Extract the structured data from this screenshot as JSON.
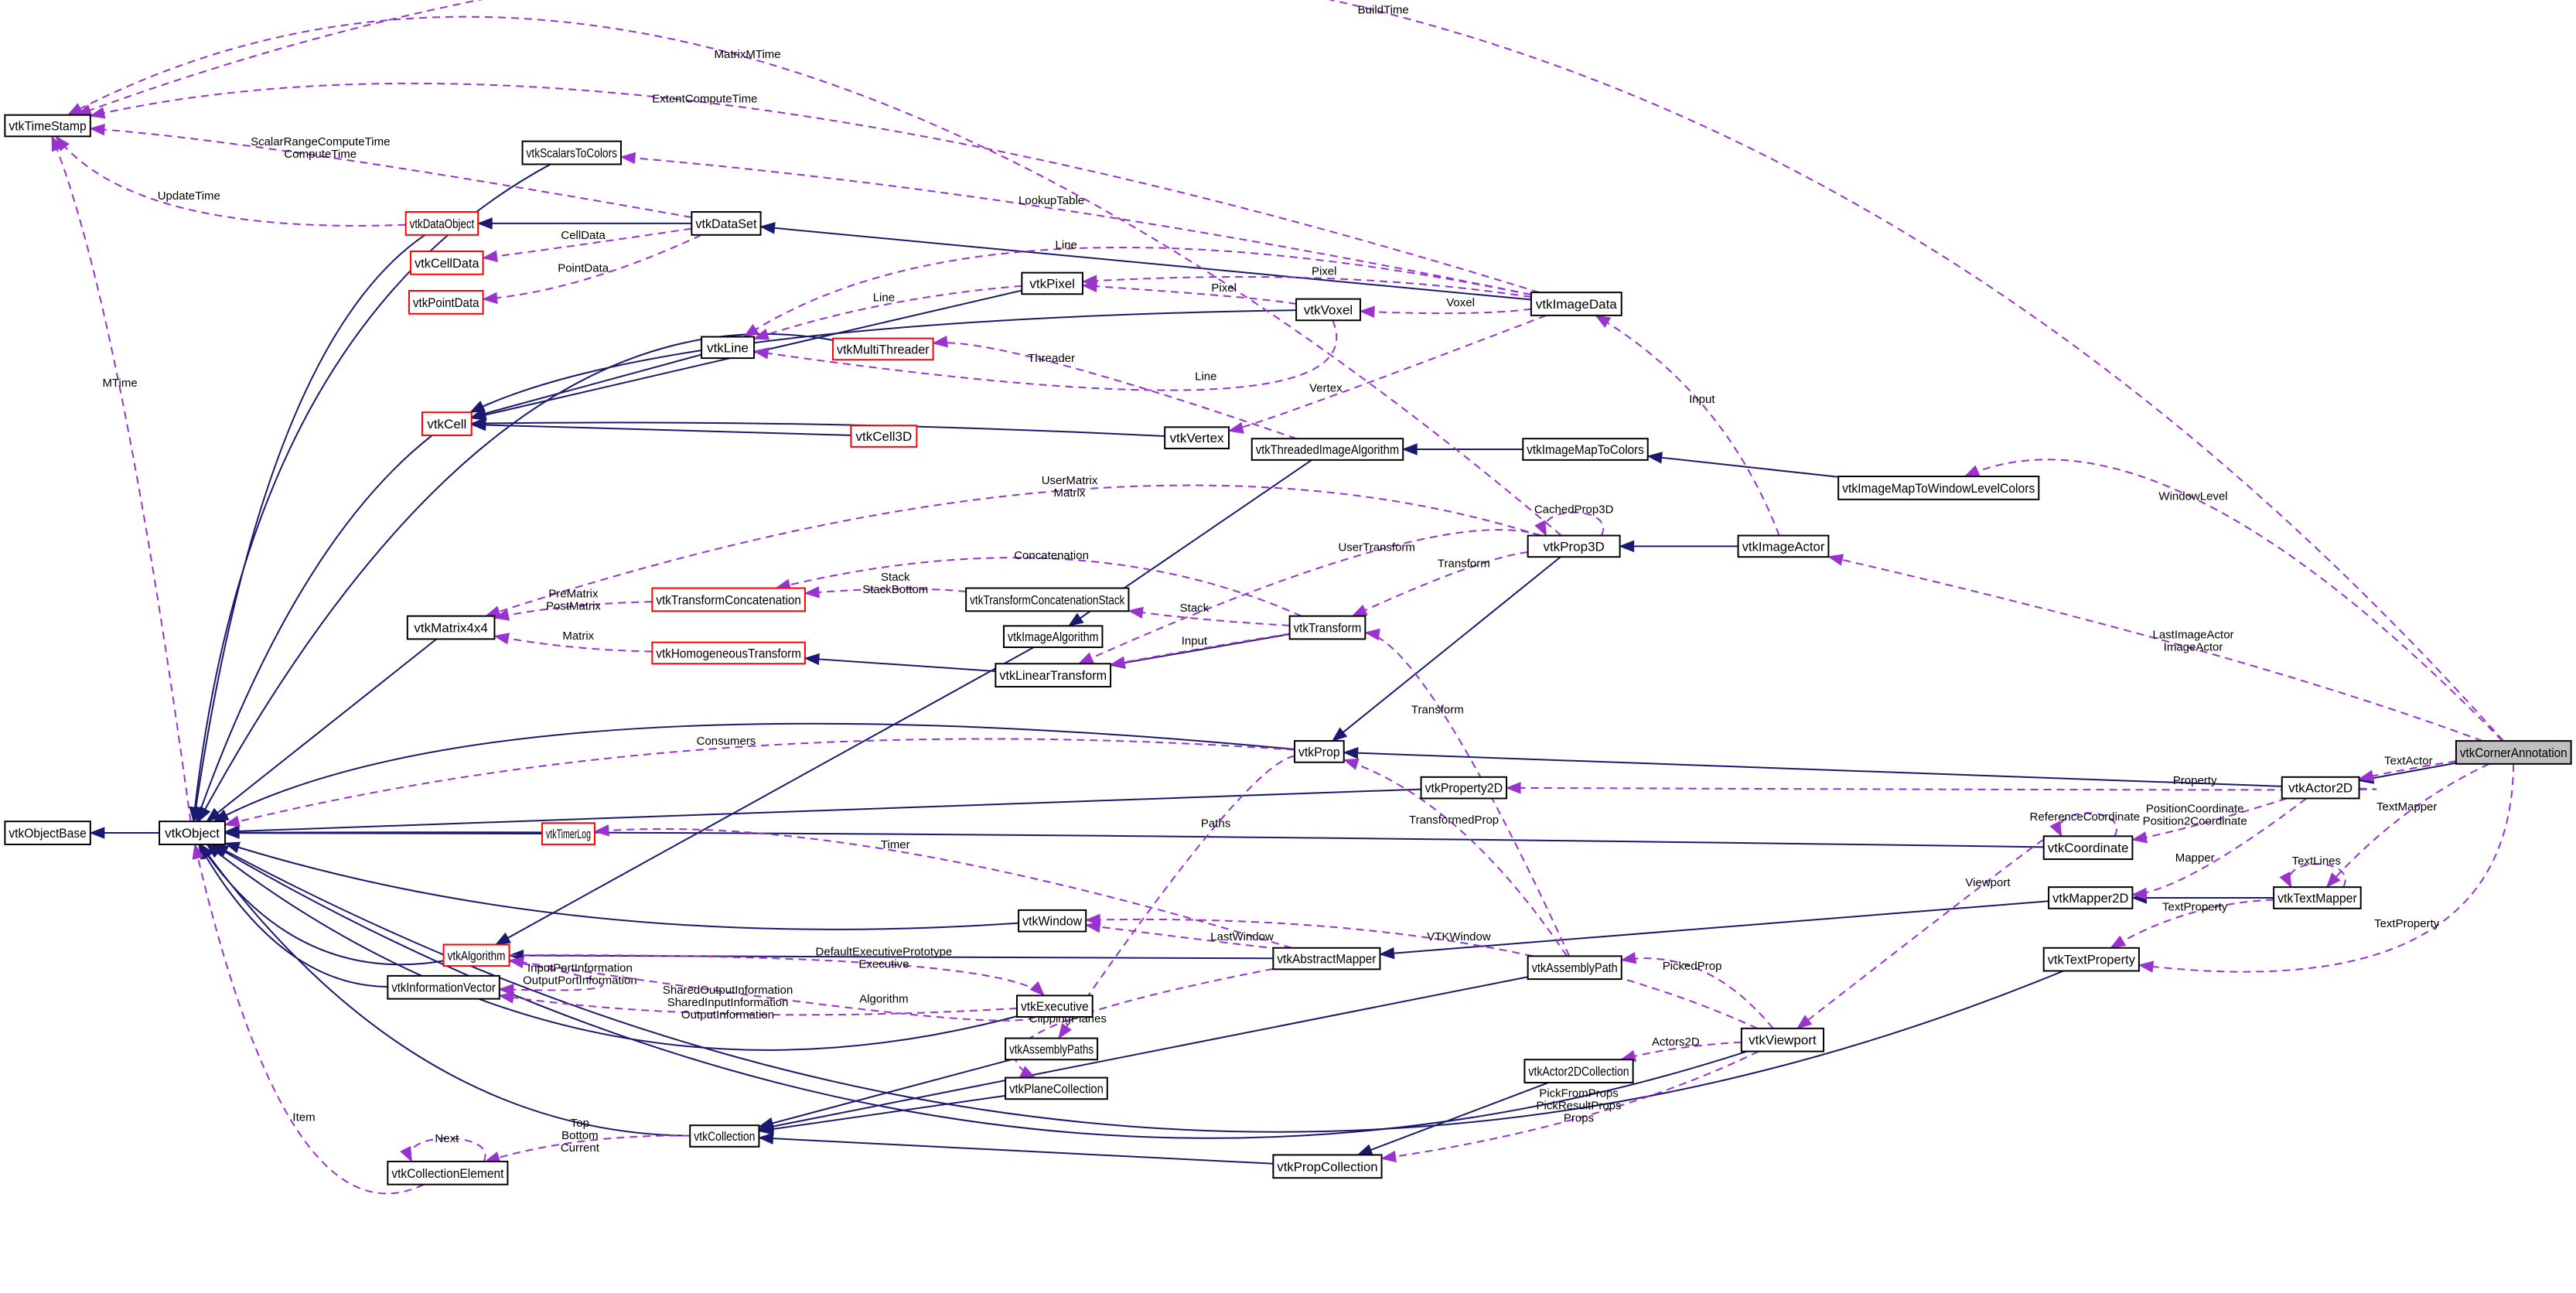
{
  "title": "vtkCornerAnnotation collaboration diagram",
  "colors": {
    "inheritance": "#191970",
    "usage": "#9a32cd",
    "undocumented_border": "#ff0000",
    "focus_fill": "#bfbfbf"
  },
  "nodes": [
    {
      "id": "vtkTimeStamp",
      "label": "vtkTimeStamp",
      "style": "normal"
    },
    {
      "id": "vtkScalarsToColors",
      "label": "vtkScalarsToColors",
      "style": "normal"
    },
    {
      "id": "vtkDataObject",
      "label": "vtkDataObject",
      "style": "undocumented"
    },
    {
      "id": "vtkDataSet",
      "label": "vtkDataSet",
      "style": "normal"
    },
    {
      "id": "vtkCellData",
      "label": "vtkCellData",
      "style": "undocumented"
    },
    {
      "id": "vtkPointData",
      "label": "vtkPointData",
      "style": "undocumented"
    },
    {
      "id": "vtkPixel",
      "label": "vtkPixel",
      "style": "normal"
    },
    {
      "id": "vtkVoxel",
      "label": "vtkVoxel",
      "style": "normal"
    },
    {
      "id": "vtkImageData",
      "label": "vtkImageData",
      "style": "normal"
    },
    {
      "id": "vtkLine",
      "label": "vtkLine",
      "style": "normal"
    },
    {
      "id": "vtkMultiThreader",
      "label": "vtkMultiThreader",
      "style": "undocumented"
    },
    {
      "id": "vtkCell",
      "label": "vtkCell",
      "style": "undocumented"
    },
    {
      "id": "vtkCell3D",
      "label": "vtkCell3D",
      "style": "undocumented"
    },
    {
      "id": "vtkVertex",
      "label": "vtkVertex",
      "style": "normal"
    },
    {
      "id": "vtkThreadedImageAlgorithm",
      "label": "vtkThreadedImageAlgorithm",
      "style": "normal"
    },
    {
      "id": "vtkImageMapToColors",
      "label": "vtkImageMapToColors",
      "style": "normal"
    },
    {
      "id": "vtkImageMapToWindowLevelColors",
      "label": "vtkImageMapToWindowLevelColors",
      "style": "normal"
    },
    {
      "id": "vtkProp3D",
      "label": "vtkProp3D",
      "style": "normal"
    },
    {
      "id": "vtkImageActor",
      "label": "vtkImageActor",
      "style": "normal"
    },
    {
      "id": "vtkTransformConcatenation",
      "label": "vtkTransformConcatenation",
      "style": "undocumented"
    },
    {
      "id": "vtkTransformConcatenationStack",
      "label": "vtkTransformConcatenationStack",
      "style": "normal"
    },
    {
      "id": "vtkMatrix4x4",
      "label": "vtkMatrix4x4",
      "style": "normal"
    },
    {
      "id": "vtkTransform",
      "label": "vtkTransform",
      "style": "normal"
    },
    {
      "id": "vtkImageAlgorithm",
      "label": "vtkImageAlgorithm",
      "style": "normal"
    },
    {
      "id": "vtkHomogeneousTransform",
      "label": "vtkHomogeneousTransform",
      "style": "undocumented"
    },
    {
      "id": "vtkLinearTransform",
      "label": "vtkLinearTransform",
      "style": "normal"
    },
    {
      "id": "vtkProp",
      "label": "vtkProp",
      "style": "normal"
    },
    {
      "id": "vtkProperty2D",
      "label": "vtkProperty2D",
      "style": "normal"
    },
    {
      "id": "vtkActor2D",
      "label": "vtkActor2D",
      "style": "normal"
    },
    {
      "id": "vtkCornerAnnotation",
      "label": "vtkCornerAnnotation",
      "style": "focus"
    },
    {
      "id": "vtkObjectBase",
      "label": "vtkObjectBase",
      "style": "normal"
    },
    {
      "id": "vtkObject",
      "label": "vtkObject",
      "style": "normal"
    },
    {
      "id": "vtkTimerLog",
      "label": "vtkTimerLog",
      "style": "undocumented"
    },
    {
      "id": "vtkCoordinate",
      "label": "vtkCoordinate",
      "style": "normal"
    },
    {
      "id": "vtkMapper2D",
      "label": "vtkMapper2D",
      "style": "normal"
    },
    {
      "id": "vtkTextMapper",
      "label": "vtkTextMapper",
      "style": "normal"
    },
    {
      "id": "vtkWindow",
      "label": "vtkWindow",
      "style": "normal"
    },
    {
      "id": "vtkAbstractMapper",
      "label": "vtkAbstractMapper",
      "style": "normal"
    },
    {
      "id": "vtkTextProperty",
      "label": "vtkTextProperty",
      "style": "normal"
    },
    {
      "id": "vtkAlgorithm",
      "label": "vtkAlgorithm",
      "style": "undocumented"
    },
    {
      "id": "vtkAssemblyPath",
      "label": "vtkAssemblyPath",
      "style": "normal"
    },
    {
      "id": "vtkInformationVector",
      "label": "vtkInformationVector",
      "style": "normal"
    },
    {
      "id": "vtkExecutive",
      "label": "vtkExecutive",
      "style": "normal"
    },
    {
      "id": "vtkViewport",
      "label": "vtkViewport",
      "style": "normal"
    },
    {
      "id": "vtkAssemblyPaths",
      "label": "vtkAssemblyPaths",
      "style": "normal"
    },
    {
      "id": "vtkActor2DCollection",
      "label": "vtkActor2DCollection",
      "style": "normal"
    },
    {
      "id": "vtkPlaneCollection",
      "label": "vtkPlaneCollection",
      "style": "normal"
    },
    {
      "id": "vtkCollection",
      "label": "vtkCollection",
      "style": "normal"
    },
    {
      "id": "vtkCollectionElement",
      "label": "vtkCollectionElement",
      "style": "normal"
    },
    {
      "id": "vtkPropCollection",
      "label": "vtkPropCollection",
      "style": "normal"
    }
  ],
  "edges": [
    {
      "from": "vtkObject",
      "to": "vtkObjectBase",
      "kind": "inherit",
      "label": []
    },
    {
      "from": "vtkScalarsToColors",
      "to": "vtkObject",
      "kind": "inherit",
      "label": []
    },
    {
      "from": "vtkDataObject",
      "to": "vtkObject",
      "kind": "inherit",
      "label": []
    },
    {
      "from": "vtkDataSet",
      "to": "vtkDataObject",
      "kind": "inherit",
      "label": []
    },
    {
      "from": "vtkImageData",
      "to": "vtkDataSet",
      "kind": "inherit",
      "label": []
    },
    {
      "from": "vtkCell",
      "to": "vtkObject",
      "kind": "inherit",
      "label": []
    },
    {
      "from": "vtkLine",
      "to": "vtkCell",
      "kind": "inherit",
      "label": []
    },
    {
      "from": "vtkPixel",
      "to": "vtkCell",
      "kind": "inherit",
      "label": []
    },
    {
      "from": "vtkVoxel",
      "to": "vtkCell",
      "kind": "inherit",
      "label": []
    },
    {
      "from": "vtkCell3D",
      "to": "vtkCell",
      "kind": "inherit",
      "label": []
    },
    {
      "from": "vtkVertex",
      "to": "vtkCell",
      "kind": "inherit",
      "label": []
    },
    {
      "from": "vtkMultiThreader",
      "to": "vtkObject",
      "kind": "inherit",
      "label": []
    },
    {
      "from": "vtkImageMapToColors",
      "to": "vtkThreadedImageAlgorithm",
      "kind": "inherit",
      "label": []
    },
    {
      "from": "vtkThreadedImageAlgorithm",
      "to": "vtkImageAlgorithm",
      "kind": "inherit",
      "label": []
    },
    {
      "from": "vtkImageAlgorithm",
      "to": "vtkAlgorithm",
      "kind": "inherit",
      "label": []
    },
    {
      "from": "vtkImageMapToWindowLevelColors",
      "to": "vtkImageMapToColors",
      "kind": "inherit",
      "label": []
    },
    {
      "from": "vtkImageActor",
      "to": "vtkProp3D",
      "kind": "inherit",
      "label": []
    },
    {
      "from": "vtkProp3D",
      "to": "vtkProp",
      "kind": "inherit",
      "label": []
    },
    {
      "from": "vtkProp",
      "to": "vtkObject",
      "kind": "inherit",
      "label": []
    },
    {
      "from": "vtkActor2D",
      "to": "vtkProp",
      "kind": "inherit",
      "label": []
    },
    {
      "from": "vtkCornerAnnotation",
      "to": "vtkActor2D",
      "kind": "inherit",
      "label": []
    },
    {
      "from": "vtkMatrix4x4",
      "to": "vtkObject",
      "kind": "inherit",
      "label": []
    },
    {
      "from": "vtkTransform",
      "to": "vtkLinearTransform",
      "kind": "inherit",
      "label": []
    },
    {
      "from": "vtkLinearTransform",
      "to": "vtkHomogeneousTransform",
      "kind": "inherit",
      "label": []
    },
    {
      "from": "vtkProperty2D",
      "to": "vtkObject",
      "kind": "inherit",
      "label": []
    },
    {
      "from": "vtkTimerLog",
      "to": "vtkObject",
      "kind": "inherit",
      "label": []
    },
    {
      "from": "vtkCoordinate",
      "to": "vtkObject",
      "kind": "inherit",
      "label": []
    },
    {
      "from": "vtkWindow",
      "to": "vtkObject",
      "kind": "inherit",
      "label": []
    },
    {
      "from": "vtkAlgorithm",
      "to": "vtkObject",
      "kind": "inherit",
      "label": []
    },
    {
      "from": "vtkAbstractMapper",
      "to": "vtkAlgorithm",
      "kind": "inherit",
      "label": []
    },
    {
      "from": "vtkMapper2D",
      "to": "vtkAbstractMapper",
      "kind": "inherit",
      "label": []
    },
    {
      "from": "vtkTextMapper",
      "to": "vtkMapper2D",
      "kind": "inherit",
      "label": []
    },
    {
      "from": "vtkInformationVector",
      "to": "vtkObject",
      "kind": "inherit",
      "label": []
    },
    {
      "from": "vtkExecutive",
      "to": "vtkObject",
      "kind": "inherit",
      "label": []
    },
    {
      "from": "vtkViewport",
      "to": "vtkObject",
      "kind": "inherit",
      "label": []
    },
    {
      "from": "vtkTextProperty",
      "to": "vtkObject",
      "kind": "inherit",
      "label": []
    },
    {
      "from": "vtkAssemblyPaths",
      "to": "vtkCollection",
      "kind": "inherit",
      "label": []
    },
    {
      "from": "vtkPlaneCollection",
      "to": "vtkCollection",
      "kind": "inherit",
      "label": []
    },
    {
      "from": "vtkAssemblyPath",
      "to": "vtkCollection",
      "kind": "inherit",
      "label": []
    },
    {
      "from": "vtkActor2DCollection",
      "to": "vtkPropCollection",
      "kind": "inherit",
      "label": []
    },
    {
      "from": "vtkPropCollection",
      "to": "vtkCollection",
      "kind": "inherit",
      "label": []
    },
    {
      "from": "vtkCollection",
      "to": "vtkObject",
      "kind": "inherit",
      "label": []
    },
    {
      "from": "vtkCornerAnnotation",
      "to": "vtkTimeStamp",
      "kind": "use",
      "label": [
        "BuildTime"
      ]
    },
    {
      "from": "vtkProp3D",
      "to": "vtkTimeStamp",
      "kind": "use",
      "label": [
        "MatrixMTime"
      ]
    },
    {
      "from": "vtkImageData",
      "to": "vtkTimeStamp",
      "kind": "use",
      "label": [
        "ExtentComputeTime"
      ]
    },
    {
      "from": "vtkDataSet",
      "to": "vtkTimeStamp",
      "kind": "use",
      "label": [
        "ScalarRangeComputeTime",
        "ComputeTime"
      ]
    },
    {
      "from": "vtkDataObject",
      "to": "vtkTimeStamp",
      "kind": "use",
      "label": [
        "UpdateTime"
      ]
    },
    {
      "from": "vtkObject",
      "to": "vtkTimeStamp",
      "kind": "use",
      "label": [
        "MTime"
      ]
    },
    {
      "from": "vtkImageData",
      "to": "vtkScalarsToColors",
      "kind": "use",
      "label": [
        "LookupTable"
      ]
    },
    {
      "from": "vtkDataSet",
      "to": "vtkCellData",
      "kind": "use",
      "label": [
        "CellData"
      ]
    },
    {
      "from": "vtkDataSet",
      "to": "vtkPointData",
      "kind": "use",
      "label": [
        "PointData"
      ]
    },
    {
      "from": "vtkImageData",
      "to": "vtkLine",
      "kind": "use",
      "label": [
        "Line"
      ]
    },
    {
      "from": "vtkPixel",
      "to": "vtkLine",
      "kind": "use",
      "label": [
        "Line"
      ]
    },
    {
      "from": "vtkImageData",
      "to": "vtkPixel",
      "kind": "use",
      "label": [
        "Pixel"
      ]
    },
    {
      "from": "vtkVoxel",
      "to": "vtkPixel",
      "kind": "use",
      "label": [
        "Pixel"
      ]
    },
    {
      "from": "vtkImageData",
      "to": "vtkVoxel",
      "kind": "use",
      "label": [
        "Voxel"
      ]
    },
    {
      "from": "vtkThreadedImageAlgorithm",
      "to": "vtkMultiThreader",
      "kind": "use",
      "label": [
        "Threader"
      ]
    },
    {
      "from": "vtkVoxel",
      "to": "vtkLine",
      "kind": "use",
      "label": [
        "Line"
      ]
    },
    {
      "from": "vtkImageData",
      "to": "vtkVertex",
      "kind": "use",
      "label": [
        "Vertex"
      ]
    },
    {
      "from": "vtkImageActor",
      "to": "vtkImageData",
      "kind": "use",
      "label": [
        "Input"
      ]
    },
    {
      "from": "vtkCornerAnnotation",
      "to": "vtkImageMapToWindowLevelColors",
      "kind": "use",
      "label": [
        "WindowLevel"
      ]
    },
    {
      "from": "vtkCornerAnnotation",
      "to": "vtkImageActor",
      "kind": "use",
      "label": [
        "LastImageActor",
        "ImageActor"
      ]
    },
    {
      "from": "vtkProp3D",
      "to": "vtkMatrix4x4",
      "kind": "use",
      "label": [
        "UserMatrix",
        "Matrix"
      ]
    },
    {
      "from": "vtkProp3D",
      "to": "vtkProp3D",
      "kind": "use",
      "label": [
        "CachedProp3D"
      ]
    },
    {
      "from": "vtkProp3D",
      "to": "vtkLinearTransform",
      "kind": "use",
      "label": [
        "UserTransform"
      ]
    },
    {
      "from": "vtkProp3D",
      "to": "vtkTransform",
      "kind": "use",
      "label": [
        "Transform"
      ]
    },
    {
      "from": "vtkTransform",
      "to": "vtkTransformConcatenation",
      "kind": "use",
      "label": [
        "Concatenation"
      ]
    },
    {
      "from": "vtkTransformConcatenationStack",
      "to": "vtkTransformConcatenation",
      "kind": "use",
      "label": [
        "Stack",
        "StackBottom"
      ]
    },
    {
      "from": "vtkTransformConcatenation",
      "to": "vtkMatrix4x4",
      "kind": "use",
      "label": [
        "PreMatrix",
        "PostMatrix"
      ]
    },
    {
      "from": "vtkHomogeneousTransform",
      "to": "vtkMatrix4x4",
      "kind": "use",
      "label": [
        "Matrix"
      ]
    },
    {
      "from": "vtkTransform",
      "to": "vtkTransformConcatenationStack",
      "kind": "use",
      "label": [
        "Stack"
      ]
    },
    {
      "from": "vtkTransform",
      "to": "vtkLinearTransform",
      "kind": "use",
      "label": [
        "Input"
      ]
    },
    {
      "from": "vtkProp",
      "to": "vtkObject",
      "kind": "use",
      "label": [
        "Consumers"
      ]
    },
    {
      "from": "vtkAssemblyPath",
      "to": "vtkTransform",
      "kind": "use",
      "label": [
        "Transform"
      ]
    },
    {
      "from": "vtkActor2D",
      "to": "vtkProperty2D",
      "kind": "use",
      "label": [
        "Property"
      ]
    },
    {
      "from": "vtkCornerAnnotation",
      "to": "vtkActor2D",
      "kind": "use",
      "label": [
        "TextActor"
      ]
    },
    {
      "from": "vtkActor2D",
      "to": "vtkCoordinate",
      "kind": "use",
      "label": [
        "PositionCoordinate",
        "Position2Coordinate"
      ]
    },
    {
      "from": "vtkCoordinate",
      "to": "vtkCoordinate",
      "kind": "use",
      "label": [
        "ReferenceCoordinate"
      ]
    },
    {
      "from": "vtkActor2D",
      "to": "vtkMapper2D",
      "kind": "use",
      "label": [
        "Mapper"
      ]
    },
    {
      "from": "vtkCornerAnnotation",
      "to": "vtkTextMapper",
      "kind": "use",
      "label": [
        "TextMapper"
      ]
    },
    {
      "from": "vtkTextMapper",
      "to": "vtkTextMapper",
      "kind": "use",
      "label": [
        "TextLines"
      ]
    },
    {
      "from": "vtkTextMapper",
      "to": "vtkTextProperty",
      "kind": "use",
      "label": [
        "TextProperty"
      ]
    },
    {
      "from": "vtkCornerAnnotation",
      "to": "vtkTextProperty",
      "kind": "use",
      "label": [
        "TextProperty"
      ]
    },
    {
      "from": "vtkCoordinate",
      "to": "vtkViewport",
      "kind": "use",
      "label": [
        "Viewport"
      ]
    },
    {
      "from": "vtkAssemblyPath",
      "to": "vtkProp",
      "kind": "use",
      "label": [
        "TransformedProp"
      ]
    },
    {
      "from": "vtkAbstractMapper",
      "to": "vtkTimerLog",
      "kind": "use",
      "label": [
        "Timer"
      ]
    },
    {
      "from": "vtkProp",
      "to": "vtkAssemblyPaths",
      "kind": "use",
      "label": [
        "Paths"
      ]
    },
    {
      "from": "vtkViewport",
      "to": "vtkWindow",
      "kind": "use",
      "label": [
        "VTKWindow"
      ]
    },
    {
      "from": "vtkAbstractMapper",
      "to": "vtkWindow",
      "kind": "use",
      "label": [
        "LastWindow"
      ]
    },
    {
      "from": "vtkAlgorithm",
      "to": "vtkExecutive",
      "kind": "use",
      "label": [
        "DefaultExecutivePrototype",
        "Executive"
      ]
    },
    {
      "from": "vtkExecutive",
      "to": "vtkAlgorithm",
      "kind": "use",
      "label": [
        "Algorithm"
      ]
    },
    {
      "from": "vtkAlgorithm",
      "to": "vtkInformationVector",
      "kind": "use",
      "label": [
        "InputPortInformation",
        "OutputPortInformation"
      ]
    },
    {
      "from": "vtkExecutive",
      "to": "vtkInformationVector",
      "kind": "use",
      "label": [
        "SharedOutputInformation",
        "SharedInputInformation",
        "OutputInformation"
      ]
    },
    {
      "from": "vtkAbstractMapper",
      "to": "vtkPlaneCollection",
      "kind": "use",
      "label": [
        "ClippingPlanes"
      ]
    },
    {
      "from": "vtkViewport",
      "to": "vtkAssemblyPath",
      "kind": "use",
      "label": [
        "PickedProp"
      ]
    },
    {
      "from": "vtkViewport",
      "to": "vtkActor2DCollection",
      "kind": "use",
      "label": [
        "Actors2D"
      ]
    },
    {
      "from": "vtkViewport",
      "to": "vtkPropCollection",
      "kind": "use",
      "label": [
        "PickFromProps",
        "PickResultProps",
        "Props"
      ]
    },
    {
      "from": "vtkCollection",
      "to": "vtkCollectionElement",
      "kind": "use",
      "label": [
        "Top",
        "Bottom",
        "Current"
      ]
    },
    {
      "from": "vtkCollectionElement",
      "to": "vtkCollectionElement",
      "kind": "use",
      "label": [
        "Next"
      ]
    },
    {
      "from": "vtkCollectionElement",
      "to": "vtkObject",
      "kind": "use",
      "label": [
        "Item"
      ]
    }
  ]
}
